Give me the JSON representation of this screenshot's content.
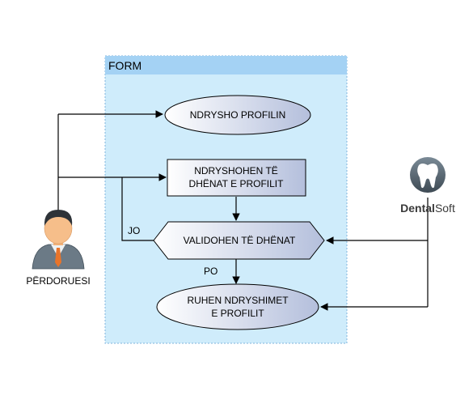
{
  "container": {
    "title": "FORM"
  },
  "actor": {
    "label": "PËRDORUESI",
    "icon": "user-icon"
  },
  "logo": {
    "brand_bold": "Dental",
    "brand_light": "Soft",
    "icon": "tooth-icon"
  },
  "nodes": {
    "edit_profile": {
      "line1": "NDRYSHO PROFILIN"
    },
    "data_changed": {
      "line1": "NDRYSHOHEN TË",
      "line2": "DHËNAT E PROFILIT"
    },
    "validate": {
      "line1": "VALIDOHEN TË DHËNAT"
    },
    "save": {
      "line1": "RUHEN NDRYSHIMET",
      "line2": "E PROFILIT"
    }
  },
  "edges": {
    "no": "JO",
    "yes": "PO"
  },
  "colors": {
    "container_fill": "#cfecfb",
    "container_header": "#a4d2f4",
    "node_gradient_start": "#ffffff",
    "node_gradient_end": "#b8c3de"
  }
}
